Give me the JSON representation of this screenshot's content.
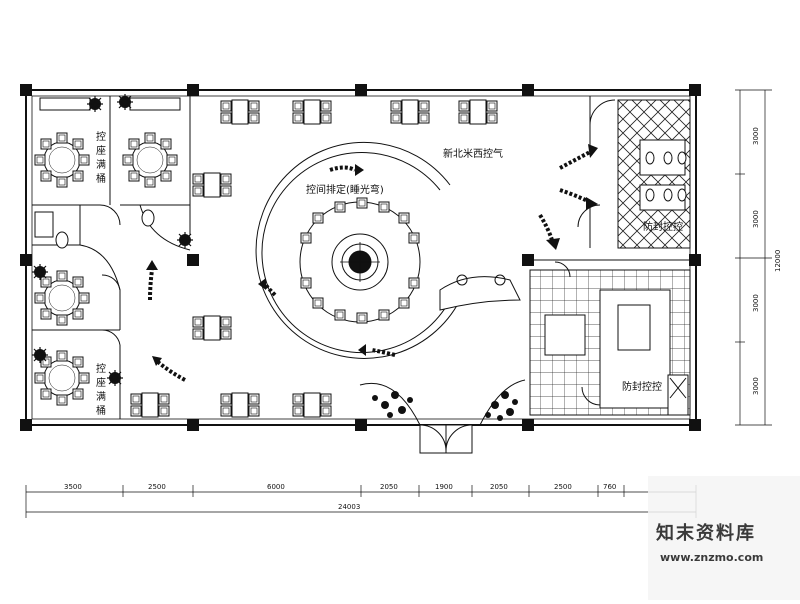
{
  "plan": {
    "room_labels": {
      "upper_right_dining": "新北米西控气",
      "central_circle": "控间排定(睡光弯)",
      "kitchen_upper": "防封控控",
      "kitchen_lower": "防封控控"
    },
    "vertical_labels": {
      "upper_left_room": [
        "控",
        "座",
        "满",
        "桶"
      ],
      "lower_left_room": [
        "控",
        "座",
        "满",
        "桶"
      ]
    },
    "bottom_dimensions": [
      "3500",
      "2500",
      "6000",
      "2050",
      "1900",
      "2050",
      "2500",
      "760"
    ],
    "total_width": "24003",
    "right_dimensions": [
      "3000",
      "3000",
      "3000",
      "3000"
    ],
    "total_height": "12000"
  },
  "watermark": {
    "title": "知末资料库",
    "url": "www.znzmo.com"
  }
}
